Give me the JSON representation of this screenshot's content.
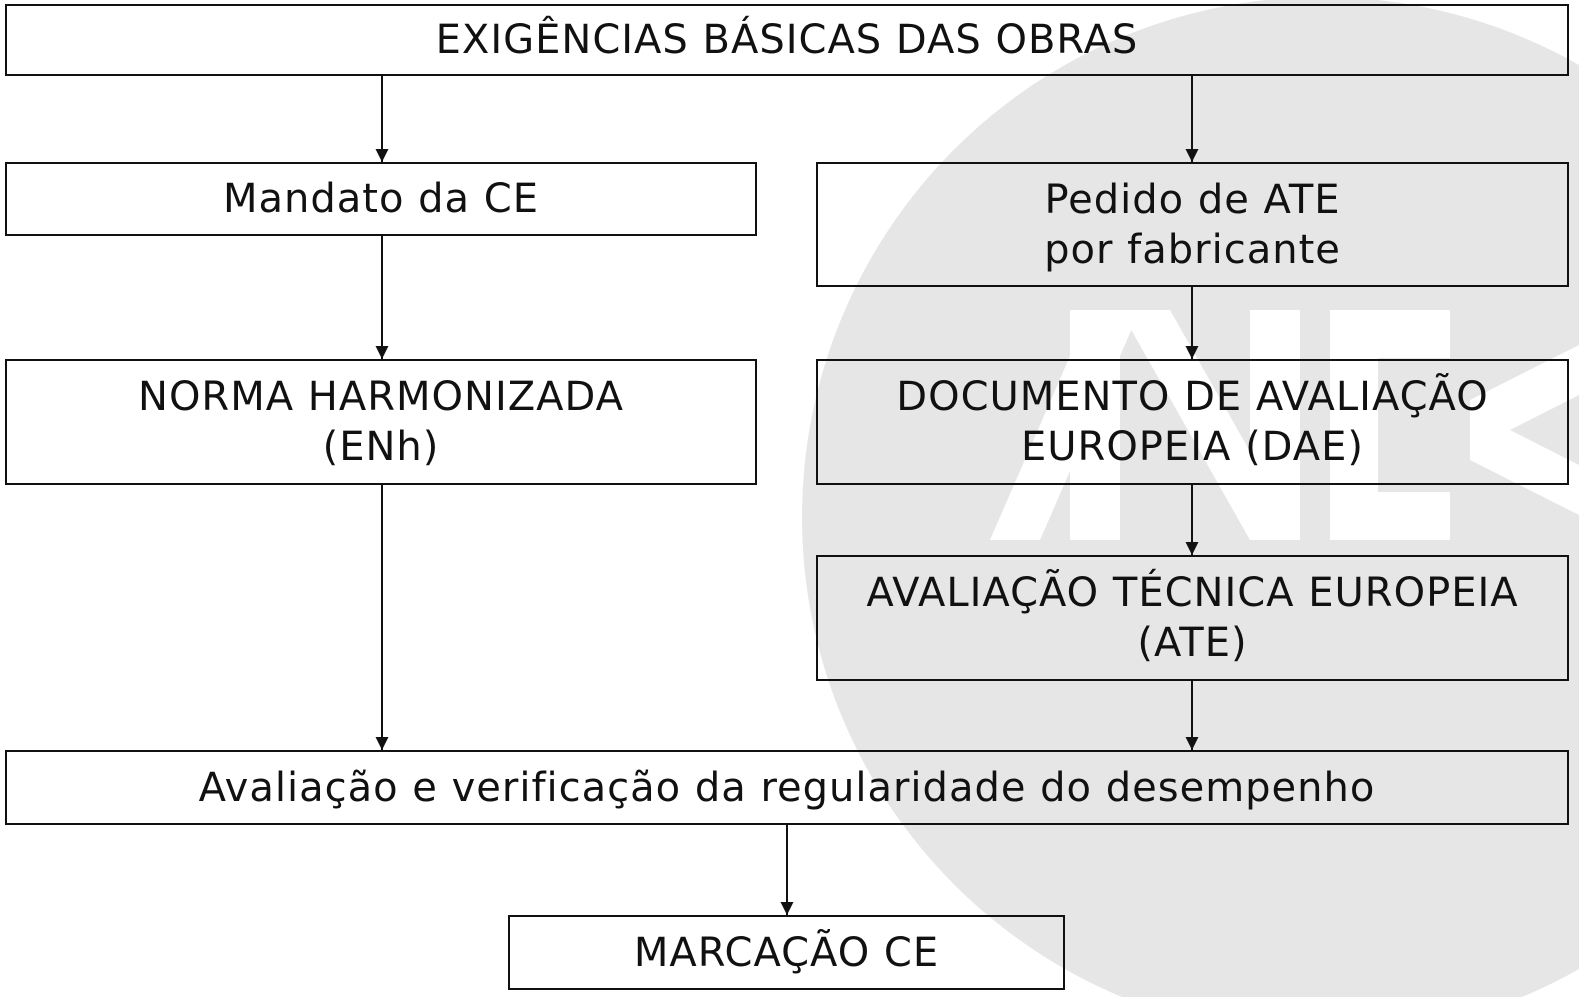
{
  "diagram": {
    "top": {
      "label": "EXIGÊNCIAS BÁSICAS DAS OBRAS"
    },
    "left": {
      "mandate": {
        "label": "Mandato da CE"
      },
      "standard": {
        "line1": "NORMA HARMONIZADA",
        "line2": "(ENh)"
      }
    },
    "right": {
      "request": {
        "line1": "Pedido de ATE",
        "line2": "por fabricante"
      },
      "document": {
        "line1": "DOCUMENTO DE AVALIAÇÃO",
        "line2": "EUROPEIA (DAE)"
      },
      "assessment": {
        "line1": "AVALIAÇÃO TÉCNICA EUROPEIA",
        "line2": "(ATE)"
      }
    },
    "verification": {
      "label": "Avaliação e verificação da regularidade do desempenho"
    },
    "marking": {
      "label": "MARCAÇÃO CE"
    }
  },
  "watermark": {
    "icon": "lnec-logo-icon",
    "circle_color": "#e6e6e6",
    "letters_color": "#ffffff"
  },
  "colors": {
    "stroke": "#111111",
    "background": "#ffffff"
  }
}
